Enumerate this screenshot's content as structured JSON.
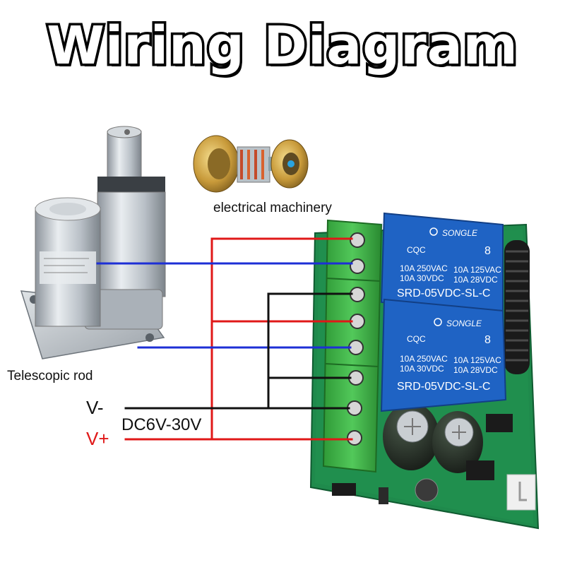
{
  "title": "Wiring Diagram",
  "labels": {
    "machinery": "electrical machinery",
    "rod": "Telescopic rod",
    "v_minus": "V-",
    "v_plus": "V+",
    "voltage": "DC6V-30V"
  },
  "relay_top": {
    "brand": "SONGLE",
    "spec_left_1": "10A 250VAC",
    "spec_left_2": "10A 30VDC",
    "spec_right_1": "10A 125VAC",
    "spec_right_2": "10A 28VDC",
    "model": "SRD-05VDC-SL-C"
  },
  "relay_bottom": {
    "brand": "SONGLE",
    "spec_left_1": "10A 250VAC",
    "spec_left_2": "10A 30VDC",
    "spec_right_1": "10A 125VAC",
    "spec_right_2": "10A 28VDC",
    "model": "SRD-05VDC-SL-C"
  },
  "colors": {
    "wire_red": "#e01818",
    "wire_blue": "#1d2fd6",
    "wire_black": "#111111",
    "terminal_green": "#3cb043",
    "pcb_green": "#1f8a4c",
    "relay_blue": "#1f63c4"
  }
}
